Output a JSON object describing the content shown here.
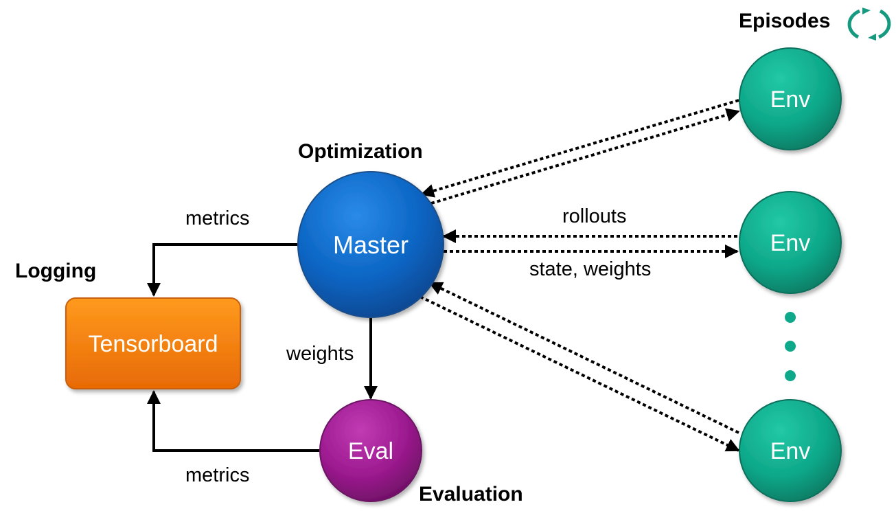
{
  "headings": {
    "episodes": "Episodes",
    "optimization": "Optimization",
    "logging": "Logging",
    "evaluation": "Evaluation"
  },
  "nodes": {
    "master": "Master",
    "tensorboard": "Tensorboard",
    "eval": "Eval",
    "env_top": "Env",
    "env_middle": "Env",
    "env_bottom": "Env"
  },
  "edge_labels": {
    "metrics_top": "metrics",
    "metrics_bottom": "metrics",
    "weights": "weights",
    "rollouts": "rollouts",
    "state_weights": "state, weights"
  },
  "icons": {
    "episodes": "cycle-arrows-icon"
  },
  "colors": {
    "master": "#0a64c2",
    "env": "#0ea88a",
    "eval": "#9c1a8f",
    "tensorboard": "#f67c0a",
    "icon": "#159a7f"
  }
}
